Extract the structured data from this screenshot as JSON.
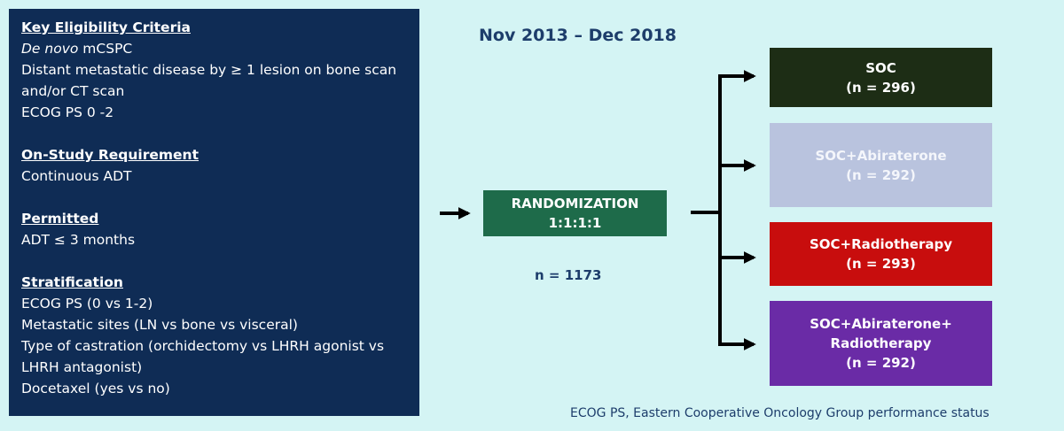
{
  "criteria_panel": {
    "sections": [
      {
        "title": "Key Eligibility Criteria",
        "line1_italic": "De novo",
        "line1_rest": " mCSPC",
        "lines": [
          "Distant metastatic disease by ≥ 1 lesion on bone scan",
          "and/or CT scan",
          "ECOG PS 0 -2"
        ]
      },
      {
        "title": "On-Study Requirement",
        "lines": [
          "Continuous ADT"
        ]
      },
      {
        "title": "Permitted",
        "lines": [
          "ADT ≤ 3 months"
        ]
      },
      {
        "title": "Stratification",
        "lines": [
          "ECOG PS (0 vs 1-2)",
          "Metastatic sites (LN vs bone vs visceral)",
          "Type of castration (orchidectomy vs LHRH agonist vs",
          "LHRH antagonist)",
          "Docetaxel (yes vs no)"
        ]
      }
    ]
  },
  "date_range": "Nov 2013 – Dec 2018",
  "randomization": {
    "label": "RANDOMIZATION",
    "ratio": "1:1:1:1"
  },
  "sample_size": "n = 1173",
  "arms": [
    {
      "name": "SOC",
      "n": "(n = 296)",
      "color": "#1d2d15",
      "text_color": "#ffffff"
    },
    {
      "name": "SOC+Abiraterone",
      "n": "(n = 292)",
      "color": "#b9c3de",
      "text_color": "#f4f6fb"
    },
    {
      "name": "SOC+Radiotherapy",
      "n": "(n = 293)",
      "color": "#c80d0d",
      "text_color": "#ffffff"
    },
    {
      "name_lines": [
        "SOC+Abiraterone+",
        "Radiotherapy"
      ],
      "n": "(n = 292)",
      "color": "#6a2ba6",
      "text_color": "#ffffff"
    }
  ],
  "footnote": "ECOG PS, Eastern Cooperative Oncology Group performance status",
  "colors": {
    "background": "#d4f4f4",
    "panel": "#0f2c55",
    "heading_text": "#1d3d6b",
    "randomization_box": "#1e6b4a",
    "connector": "#000000"
  }
}
